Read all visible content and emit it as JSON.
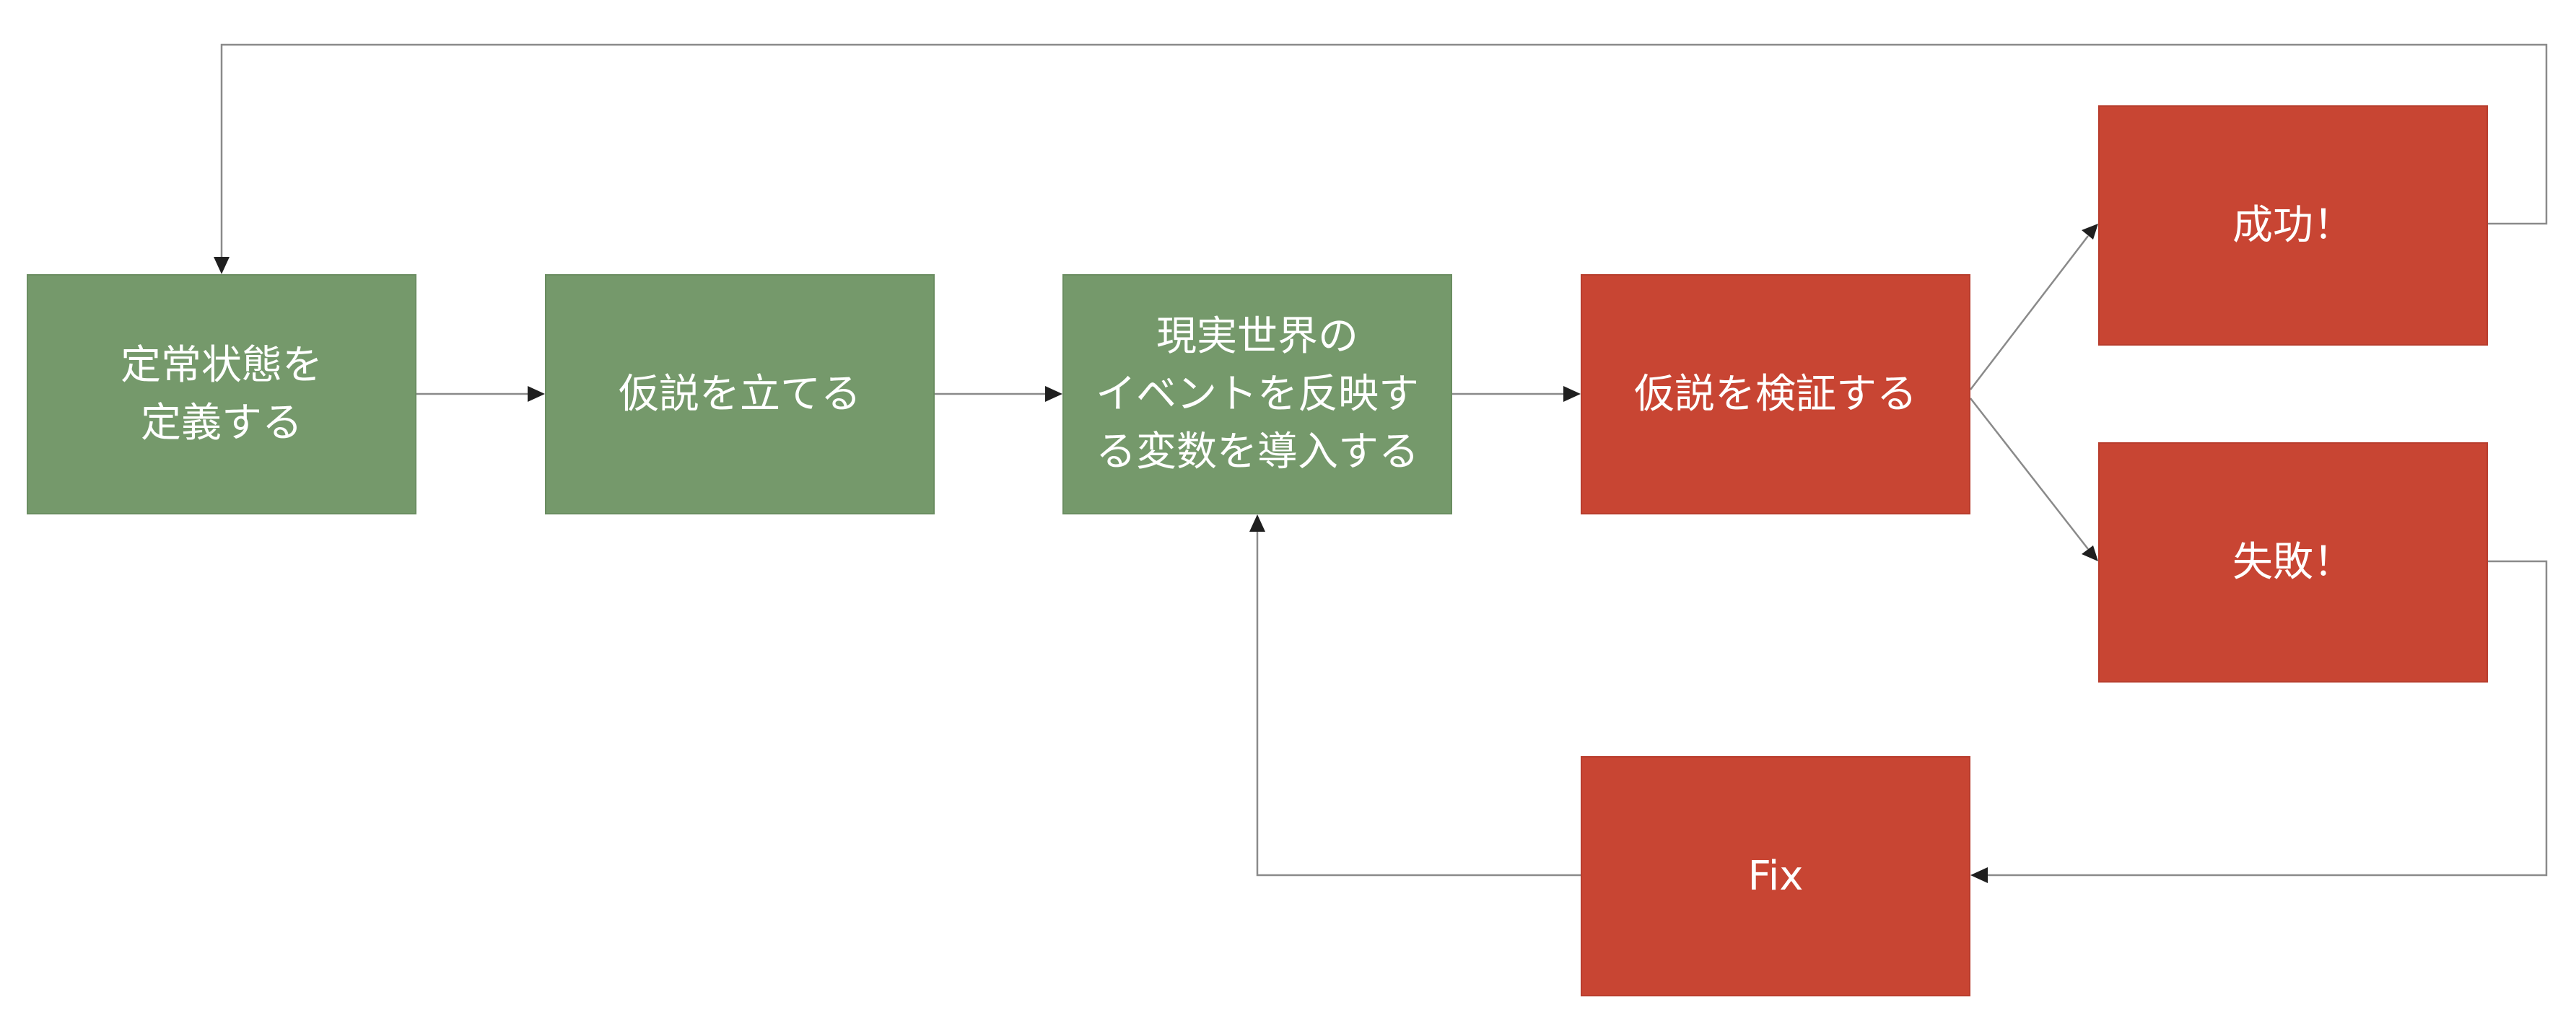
{
  "nodes": {
    "define_steady_state": {
      "line1": "定常状態を",
      "line2": "定義する",
      "color": "#75996b"
    },
    "form_hypothesis": {
      "text": "仮説を立てる",
      "color": "#75996b"
    },
    "introduce_variables": {
      "line1": "現実世界の",
      "line2": "イベントを反映す",
      "line3": "る変数を導入する",
      "color": "#75996b"
    },
    "verify_hypothesis": {
      "text": "仮説を検証する",
      "color": "#c84533"
    },
    "success": {
      "text": "成功！",
      "color": "#c84533"
    },
    "failure": {
      "text": "失敗！",
      "color": "#c84533"
    },
    "fix": {
      "text": "Fix",
      "color": "#c84533"
    }
  },
  "edges": [
    {
      "from": "define_steady_state",
      "to": "form_hypothesis"
    },
    {
      "from": "form_hypothesis",
      "to": "introduce_variables"
    },
    {
      "from": "introduce_variables",
      "to": "verify_hypothesis"
    },
    {
      "from": "verify_hypothesis",
      "to": "success"
    },
    {
      "from": "verify_hypothesis",
      "to": "failure"
    },
    {
      "from": "success",
      "to": "define_steady_state"
    },
    {
      "from": "failure",
      "to": "fix"
    },
    {
      "from": "fix",
      "to": "introduce_variables"
    }
  ]
}
